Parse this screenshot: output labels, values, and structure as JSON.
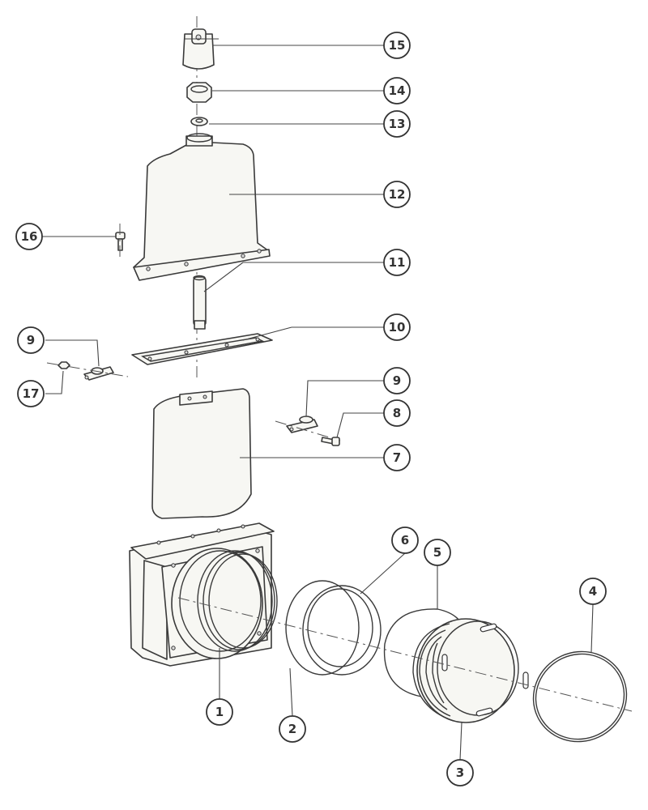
{
  "callouts": [
    {
      "id": "c15",
      "label": "15"
    },
    {
      "id": "c14",
      "label": "14"
    },
    {
      "id": "c13",
      "label": "13"
    },
    {
      "id": "c12",
      "label": "12"
    },
    {
      "id": "c16",
      "label": "16"
    },
    {
      "id": "c11",
      "label": "11"
    },
    {
      "id": "c10",
      "label": "10"
    },
    {
      "id": "c9a",
      "label": "9"
    },
    {
      "id": "c17",
      "label": "17"
    },
    {
      "id": "c9b",
      "label": "9"
    },
    {
      "id": "c8",
      "label": "8"
    },
    {
      "id": "c7",
      "label": "7"
    },
    {
      "id": "c6",
      "label": "6"
    },
    {
      "id": "c5",
      "label": "5"
    },
    {
      "id": "c4",
      "label": "4"
    },
    {
      "id": "c1",
      "label": "1"
    },
    {
      "id": "c2",
      "label": "2"
    },
    {
      "id": "c3",
      "label": "3"
    }
  ]
}
